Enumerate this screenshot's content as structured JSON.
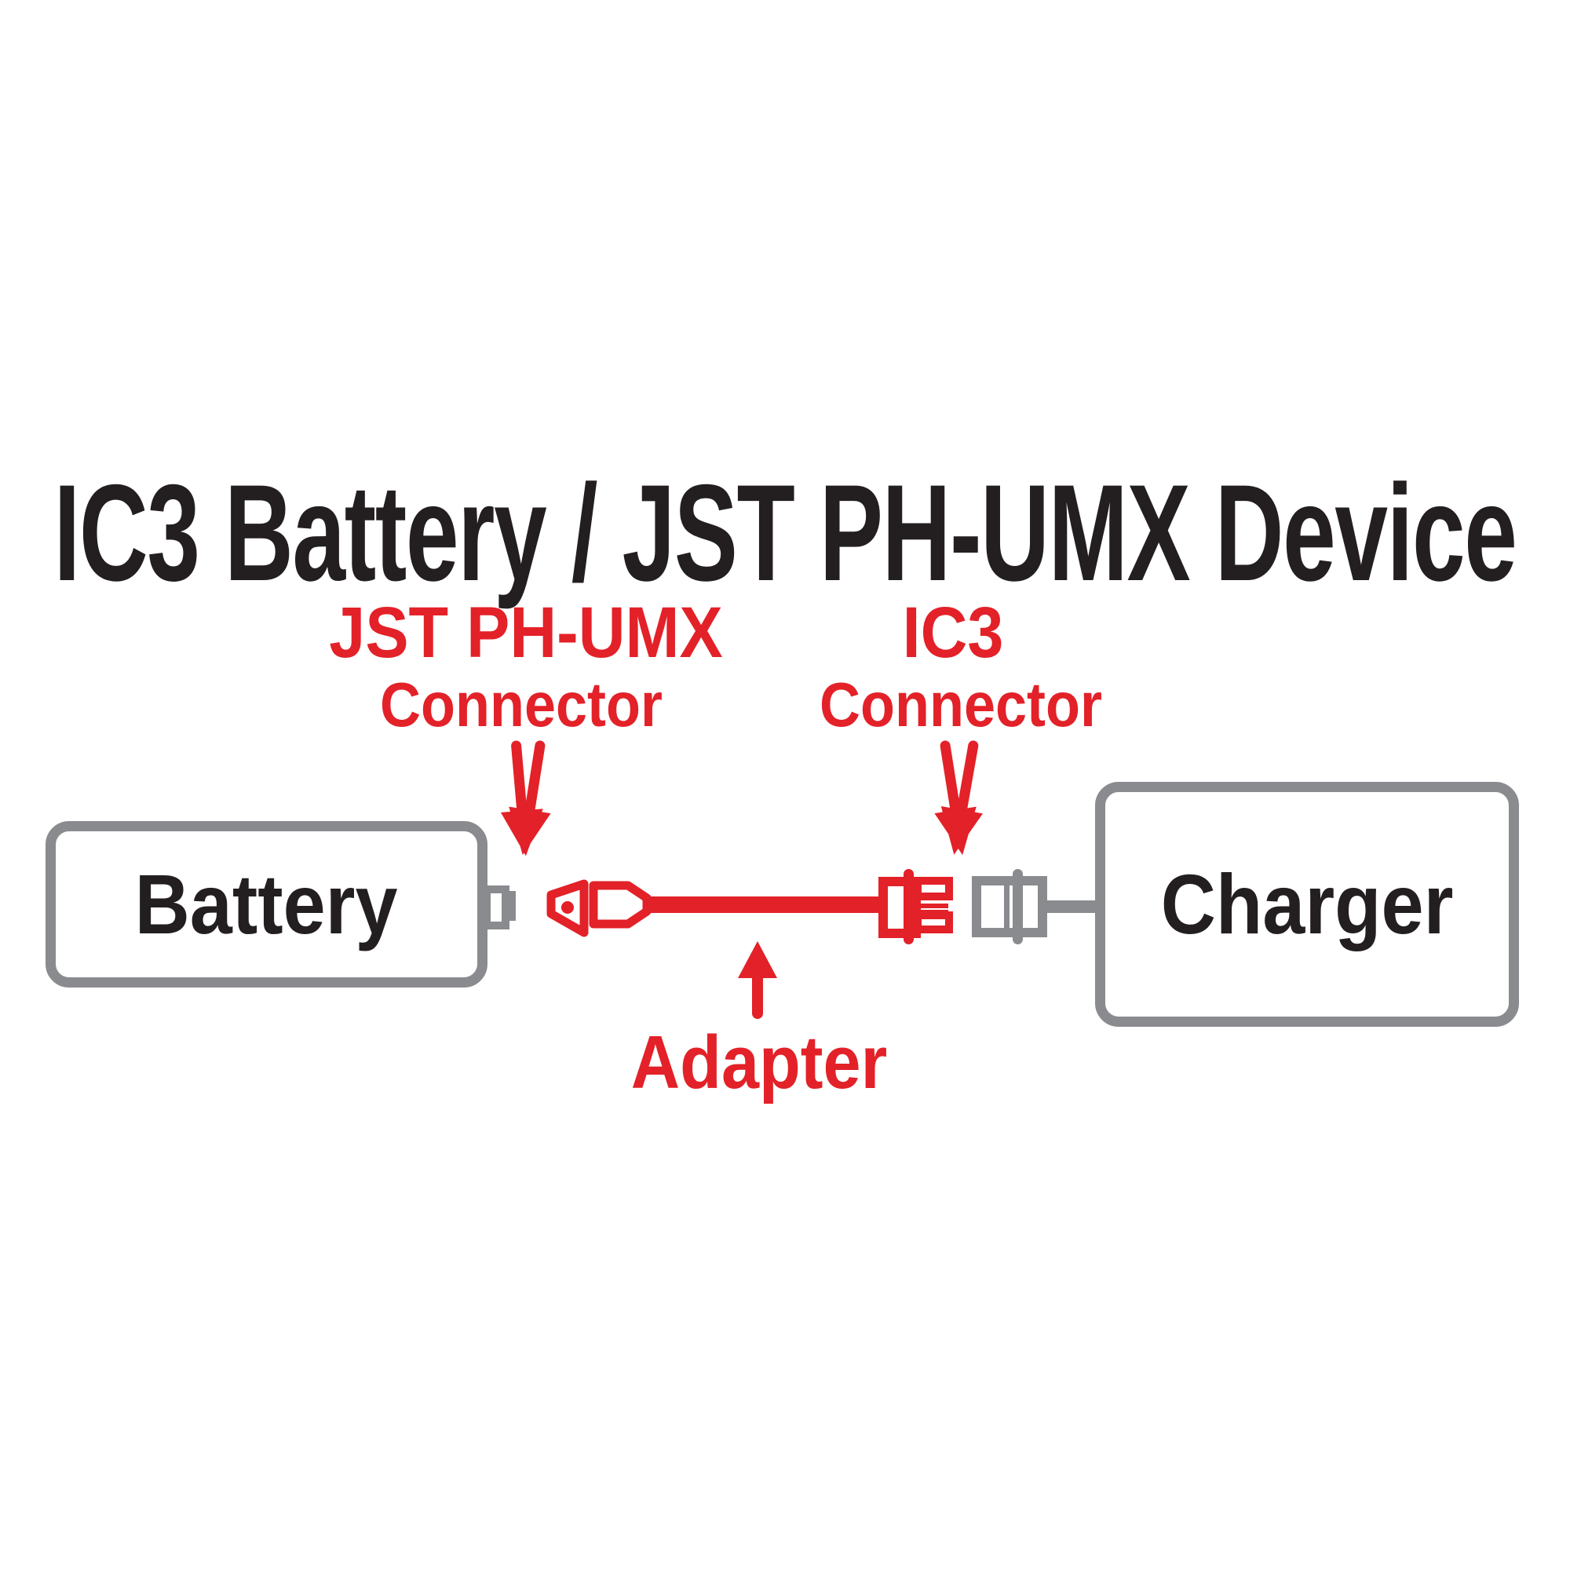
{
  "title": "IC3 Battery / JST PH-UMX Device",
  "colors": {
    "red": "#e32128",
    "gray": "#8a8b8e",
    "ink": "#231f20",
    "bg": "#ffffff"
  },
  "labels": {
    "jst": {
      "line1": "JST PH-UMX",
      "line2": "Connector"
    },
    "ic3": {
      "line1": "IC3",
      "line2": "Connector"
    },
    "adapter": "Adapter"
  },
  "nodes": {
    "battery": "Battery",
    "charger": "Charger"
  },
  "icons": {
    "jst_arrows": "two-red-down-arrows-icon",
    "ic3_arrows": "two-red-down-arrows-icon",
    "adapter_arrow": "red-up-arrow-icon",
    "battery_port": "battery-port-icon",
    "jst_plug": "jst-ph-umx-plug-icon",
    "ic3_male": "ic3-male-connector-icon",
    "ic3_female": "ic3-female-connector-icon"
  }
}
